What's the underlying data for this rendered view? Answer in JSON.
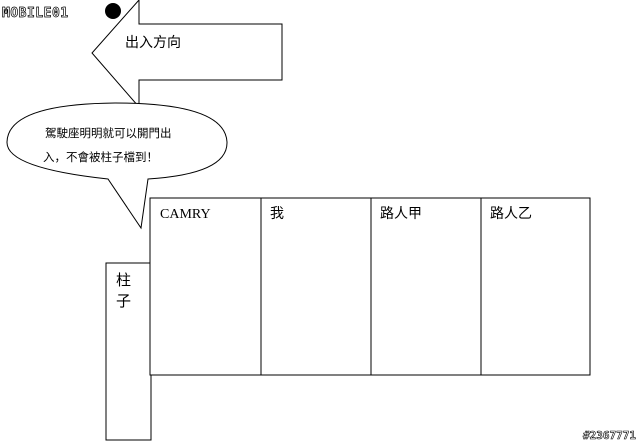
{
  "logo": {
    "text": "MOBILE01"
  },
  "arrow": {
    "label": "出入方向"
  },
  "callout": {
    "line1": "駕駛座明明就可以開門出",
    "line2": "入，不會被柱子檔到！"
  },
  "pillar": {
    "char1": "柱",
    "char2": "子"
  },
  "parking_spaces": [
    {
      "label": "CAMRY"
    },
    {
      "label": "我"
    },
    {
      "label": "路人甲"
    },
    {
      "label": "路人乙"
    }
  ],
  "watermark": {
    "text": "#2367771"
  }
}
